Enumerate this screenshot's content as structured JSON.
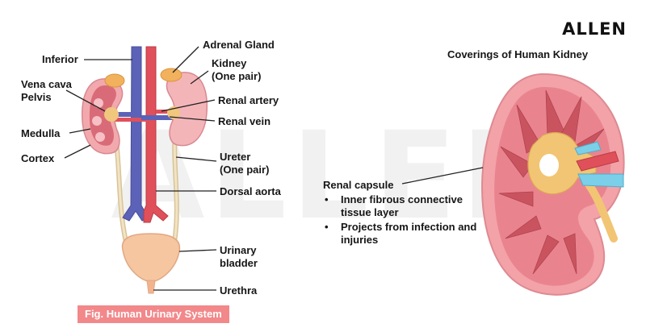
{
  "brand": "ALLEN",
  "right_title": "Coverings of Human Kidney",
  "figure_caption": "Fig. Human Urinary System",
  "watermark": "ALLEN",
  "left_labels": {
    "inferior": "Inferior",
    "vena_cava_pelvis": "Vena cava\nPelvis",
    "medulla": "Medulla",
    "cortex": "Cortex",
    "adrenal_gland": "Adrenal Gland",
    "kidney": "Kidney\n(One pair)",
    "renal_artery": "Renal artery",
    "renal_vein": "Renal vein",
    "ureter": "Ureter\n(One pair)",
    "dorsal_aorta": "Dorsal aorta",
    "urinary_bladder": "Urinary\nbladder",
    "urethra": "Urethra"
  },
  "renal_capsule": {
    "title": "Renal capsule",
    "points": [
      "Inner fibrous connective tissue layer",
      "Projects from infection and injuries"
    ],
    "bullet": "•"
  },
  "colors": {
    "vena_cava": "#5b62b8",
    "aorta": "#e0505a",
    "kidney_outer": "#f2a9ad",
    "cortex_inner": "#d96b78",
    "adrenal": "#f2b15c",
    "ureter": "#ecd9b0",
    "bladder": "#f6c6a0",
    "caption_bg": "#f2888a",
    "artery_blue": "#7ccfe8"
  }
}
